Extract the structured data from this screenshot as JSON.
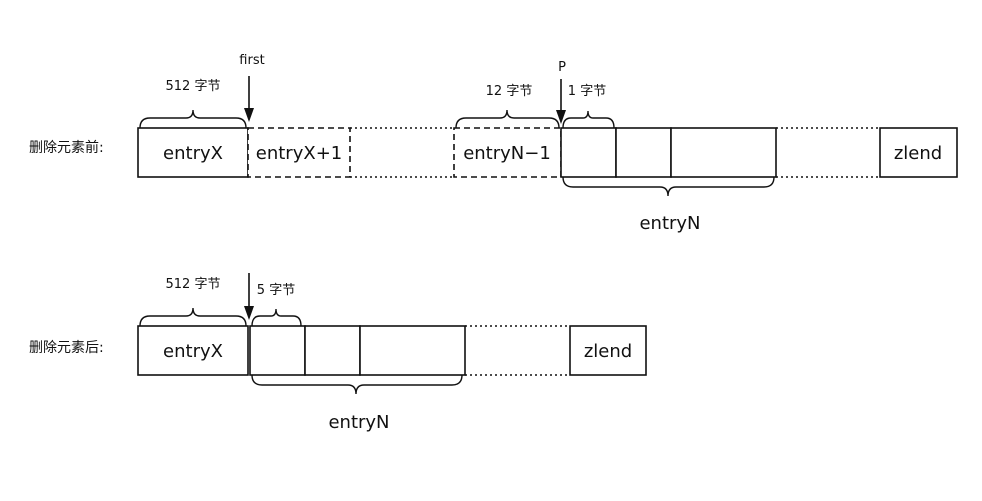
{
  "before": {
    "row_label": "删除元素前:",
    "entryX": "entryX",
    "entryX1": "entryX+1",
    "entryN_minus_1": "entryN−1",
    "zlend": "zlend",
    "entryN": "entryN",
    "first_pointer": "first",
    "p_pointer": "P",
    "size_512": "512 字节",
    "size_12": "12 字节",
    "size_1": "1 字节"
  },
  "after": {
    "row_label": "删除元素后:",
    "entryX": "entryX",
    "zlend": "zlend",
    "entryN": "entryN",
    "size_512": "512 字节",
    "size_5": "5 字节"
  }
}
